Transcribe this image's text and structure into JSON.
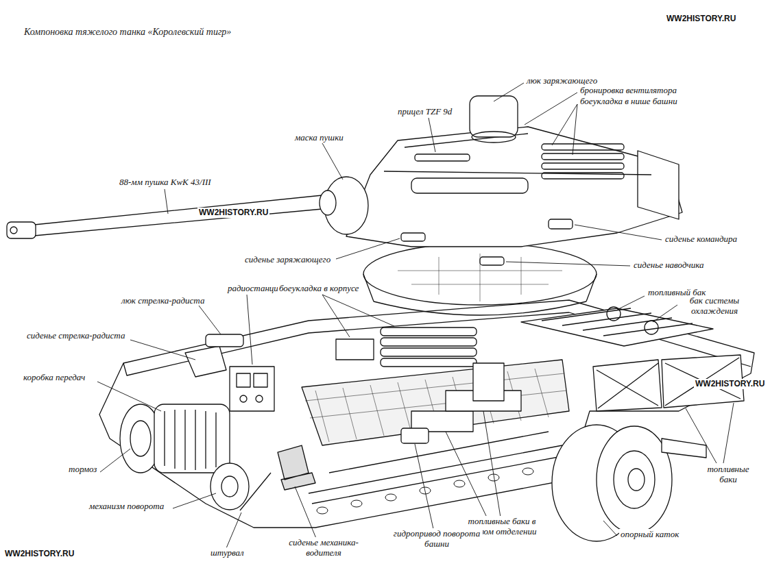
{
  "diagram": {
    "title": "Компоновка тяжелого танка «Королевский тигр»",
    "labels": [
      "WW2HISTORY.RU",
      "люк заряжающего",
      "бронировка вентилятора",
      "боеукладка в нише башни",
      "прицел TZF 9d",
      "маска пушки",
      "88-мм пушка KwK 43/III",
      "WW2HISTORY.RU",
      "сиденье командира",
      "сиденье заряжающего",
      "сиденье наводчика",
      "радиостанция",
      "боеукладка в корпусе",
      "люк стрелка-радиста",
      "топливный бак",
      "бак системы охлаждения",
      "сиденье стрелка-радиста",
      "коробка передач",
      "WW2HISTORY.RU",
      "тормоз",
      "механизм поворота",
      "топливные баки в боевом отделении",
      "топливные баки",
      "опорный каток",
      "гидропривод поворота башни",
      "штурвал",
      "сиденье механика-водителя",
      "WW2HISTORY.RU"
    ]
  }
}
